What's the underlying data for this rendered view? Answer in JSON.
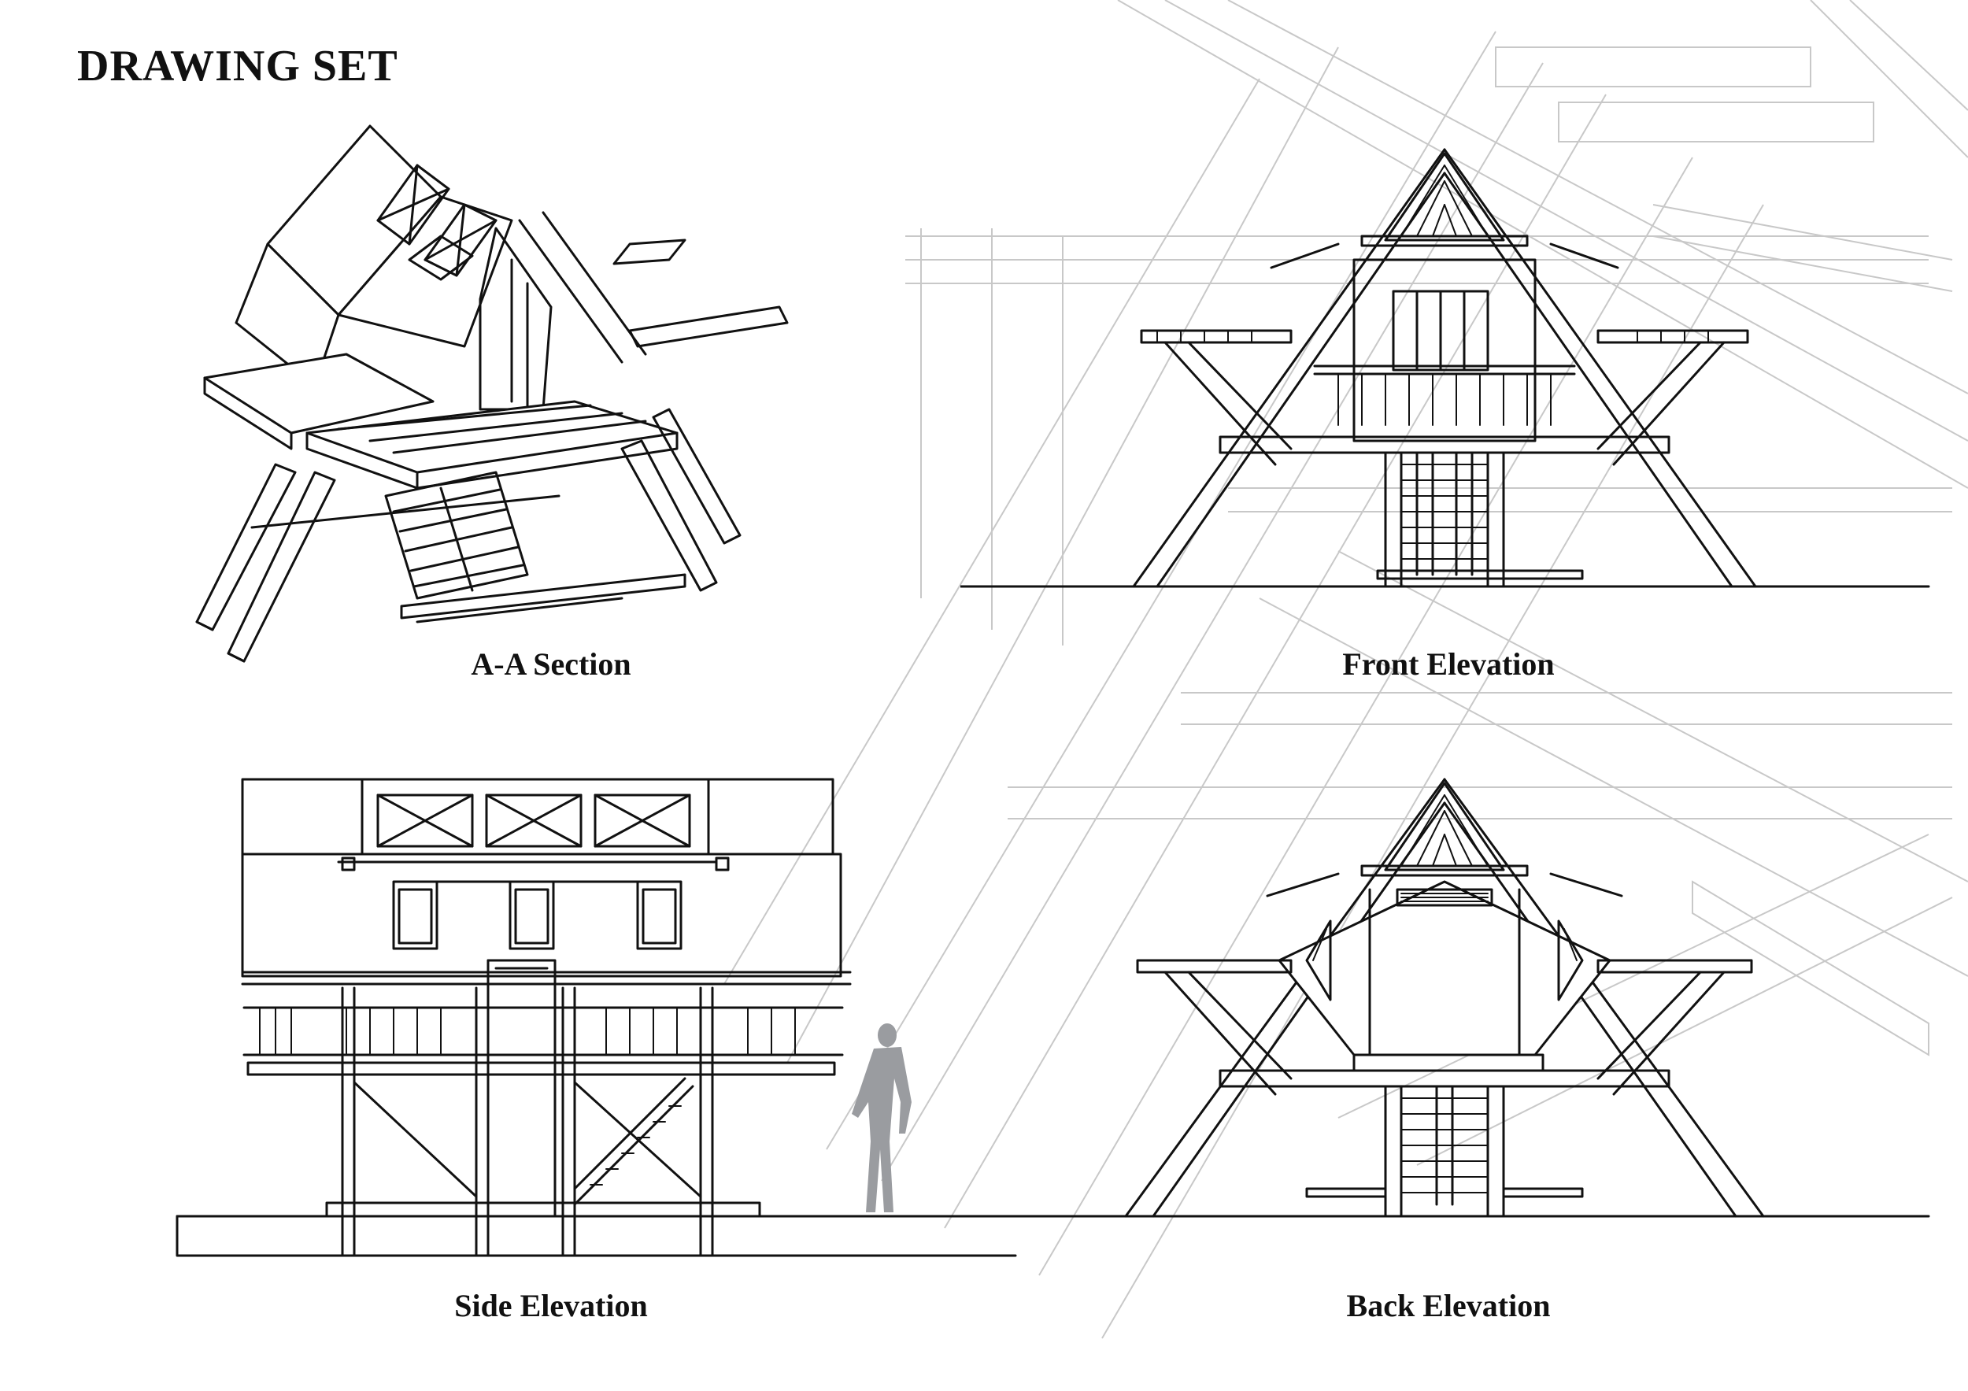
{
  "sheet": {
    "title": "DRAWING SET"
  },
  "views": {
    "section": {
      "label": "A-A Section"
    },
    "front": {
      "label": "Front Elevation"
    },
    "side": {
      "label": "Side Elevation"
    },
    "back": {
      "label": "Back Elevation"
    }
  },
  "colors": {
    "ink": "#111111",
    "background_linework": "#c8c8c8",
    "figure": "#9a9ca0",
    "paper": "#ffffff"
  }
}
